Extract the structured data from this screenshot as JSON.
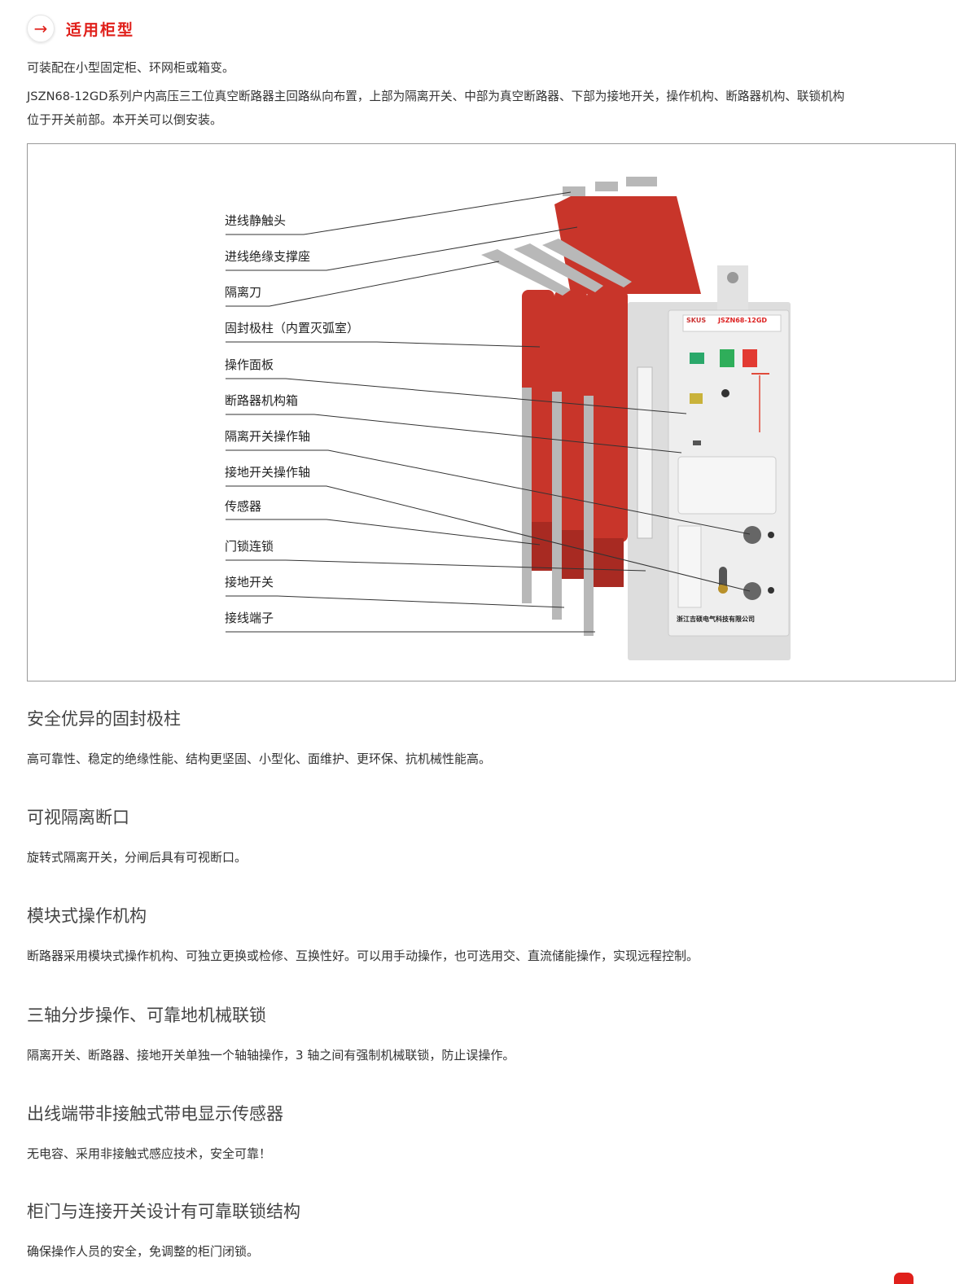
{
  "header": {
    "icon": "arrow-right-icon",
    "title": "适用柜型"
  },
  "intro": [
    "可装配在小型固定柜、环网柜或箱变。",
    "JSZN68-12GD系列户内高压三工位真空断路器主回路纵向布置，上部为隔离开关、中部为真空断路器、下部为接地开关，操作机构、断路器机构、联锁机构",
    "位于开关前部。本开关可以倒安装。"
  ],
  "figure": {
    "labels": [
      "进线静触头",
      "进线绝缘支撑座",
      "隔离刀",
      "固封极柱（内置灭弧室）",
      "操作面板",
      "断路器机构箱",
      "隔离开关操作轴",
      "接地开关操作轴",
      "传感器",
      "门锁连锁",
      "接地开关",
      "接线端子"
    ],
    "panel_logo": "SKUS",
    "panel_model": "JSZN68-12GD",
    "panel_company": "浙江吉硕电气科技有限公司",
    "colors": {
      "pole": "#c8352a",
      "panel": "#eeeeee",
      "accent": "#e0201b"
    }
  },
  "sections": [
    {
      "title": "安全优异的固封极柱",
      "text": "高可靠性、稳定的绝缘性能、结构更坚固、小型化、面维护、更环保、抗机械性能高。"
    },
    {
      "title": "可视隔离断口",
      "text": "旋转式隔离开关，分闸后具有可视断口。"
    },
    {
      "title": "模块式操作机构",
      "text": "断路器采用模块式操作机构、可独立更换或检修、互换性好。可以用手动操作，也可选用交、直流储能操作，实现远程控制。"
    },
    {
      "title": "三轴分步操作、可靠地机械联锁",
      "text": "隔离开关、断路器、接地开关单独一个轴轴操作，3 轴之间有强制机械联锁，防止误操作。"
    },
    {
      "title": "出线端带非接触式带电显示传感器",
      "text": "无电容、采用非接触式感应技术，安全可靠！"
    },
    {
      "title": "柜门与连接开关设计有可靠联锁结构",
      "text": "确保操作人员的安全，免调整的柜门闭锁。"
    }
  ]
}
